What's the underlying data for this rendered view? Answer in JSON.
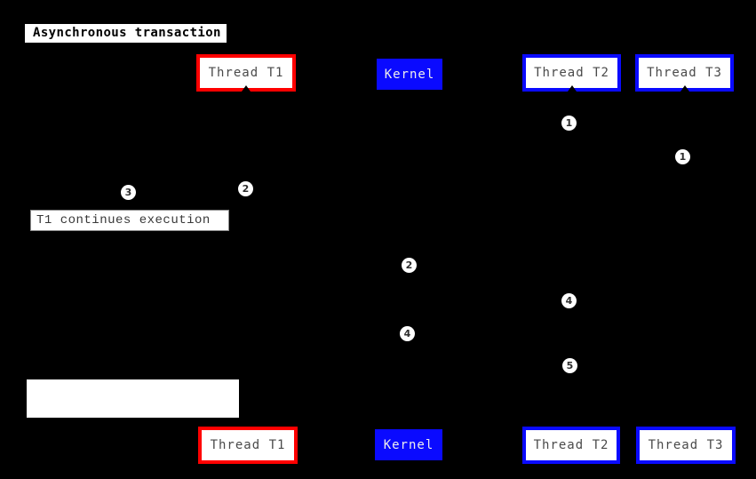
{
  "diagram": {
    "type": "sequence-diagram",
    "title": "Asynchronous transaction"
  },
  "colors": {
    "background": "#000000",
    "t1_border": "#ff0000",
    "t2_t3_border": "#0a0aff",
    "kernel_fill": "#0a0aff",
    "box_fill": "#ffffff",
    "thread_label_text": "#4a4a4a",
    "kernel_label_text": "#ededed",
    "note_text": "#383838",
    "title_text": "#000000",
    "step_marker_fill": "#ffffff",
    "step_marker_text": "#2e2e2e"
  },
  "participants": [
    {
      "label": "Thread T1"
    },
    {
      "label": "Kernel"
    },
    {
      "label": "Thread T2"
    },
    {
      "label": "Thread T3"
    }
  ],
  "notes": [
    {
      "text": "T1 continues execution"
    },
    {
      "text": ""
    }
  ],
  "step_markers": [
    {
      "label": "1"
    },
    {
      "label": "1"
    },
    {
      "label": "2"
    },
    {
      "label": "3"
    },
    {
      "label": "2"
    },
    {
      "label": "4"
    },
    {
      "label": "4"
    },
    {
      "label": "5"
    }
  ]
}
